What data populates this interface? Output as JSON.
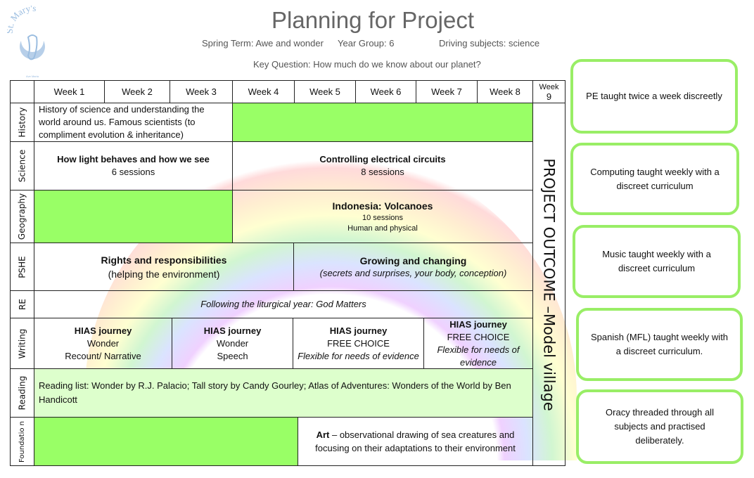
{
  "logo": {
    "text": "St. Mary's",
    "motto": "Ave Maria"
  },
  "header": {
    "title": "Planning for Project",
    "term": "Spring Term: Awe and wonder",
    "year_group": "Year Group: 6",
    "driving": "Driving subjects: science",
    "key_question": "Key Question: How much do we know about our planet?"
  },
  "weeks": [
    "Week 1",
    "Week 2",
    "Week 3",
    "Week 4",
    "Week 5",
    "Week 6",
    "Week 7",
    "Week 8"
  ],
  "week9": {
    "l1": "Week",
    "l2": "9"
  },
  "rows": {
    "history": "History",
    "science": "Science",
    "geography": "Geography",
    "pshe": "PSHE",
    "re": "RE",
    "writing": "Writing",
    "reading": "Reading",
    "foundation": "Foundatio n"
  },
  "history": "History of science and understanding the world around us. Famous scientists (to compliment evolution & inheritance)",
  "science": {
    "a_title": "How light behaves and how we see",
    "a_sub": "6 sessions",
    "b_title": "Controlling electrical circuits",
    "b_sub": "8 sessions"
  },
  "geography": {
    "title": "Indonesia: Volcanoes",
    "l1": "10 sessions",
    "l2": "Human and physical"
  },
  "pshe": {
    "a_title": "Rights and responsibilities",
    "a_sub": "(helping the environment)",
    "b_title": "Growing and changing",
    "b_sub": "(secrets and surprises, your body, conception)"
  },
  "re": "Following the liturgical year: God Matters",
  "writing": [
    {
      "title": "HIAS journey",
      "l1": "Wonder",
      "l2": "Recount/ Narrative"
    },
    {
      "title": "HIAS journey",
      "l1": "Wonder",
      "l2": "Speech"
    },
    {
      "title": "HIAS journey",
      "l1": "FREE CHOICE",
      "l2": "Flexible for needs of evidence"
    },
    {
      "title": "HIAS journey",
      "l1": "FREE CHOICE",
      "l2": "Flexible for needs of evidence"
    }
  ],
  "reading": "Reading list: Wonder by R.J. Palacio; Tall story by Candy Gourley; Atlas of Adventures: Wonders of the World by Ben Handicott",
  "foundation": {
    "bold": "Art",
    "rest": " – observational drawing of sea creatures and focusing on their adaptations to their environment"
  },
  "outcome": "PROJECT OUTCOME –Model village",
  "notes": [
    "PE taught twice a week discreetly",
    "Computing taught weekly with a discreet curriculum",
    "Music taught weekly with a discreet curriculum",
    "Spanish (MFL) taught weekly with a discreet curriculum.",
    "Oracy threaded through all subjects and practised deliberately."
  ]
}
